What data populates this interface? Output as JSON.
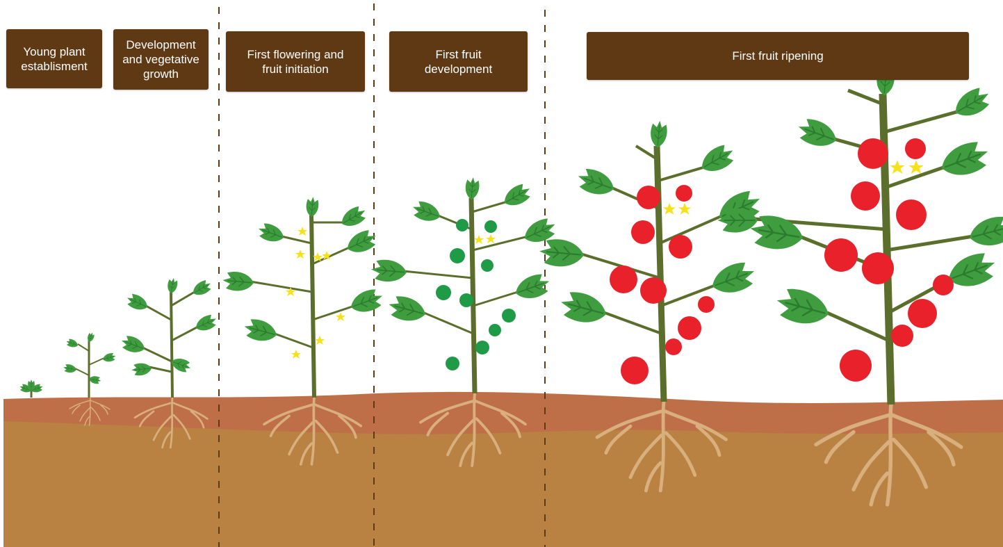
{
  "stages": [
    {
      "label": "Young plant\nestablisment"
    },
    {
      "label": "Development\nand vegetative\ngrowth"
    },
    {
      "label": "First flowering and\nfruit initiation"
    },
    {
      "label": "First fruit\ndevelopment"
    },
    {
      "label": "First fruit ripening"
    }
  ],
  "colors": {
    "label_bg": "#5e3914",
    "label_text": "#ffffff",
    "topsoil": "#bf6f47",
    "subsoil": "#b98142",
    "stem": "#5b6e2c",
    "leaf": "#3f9d40",
    "green_fruit": "#1f9a47",
    "ripe_fruit": "#e8212b",
    "flower": "#f7e11a",
    "root": "#d9b07d",
    "divider": "#5e3914"
  },
  "icons": [
    "leaf-icon",
    "flower-icon",
    "green-tomato-icon",
    "red-tomato-icon",
    "root-icon"
  ]
}
